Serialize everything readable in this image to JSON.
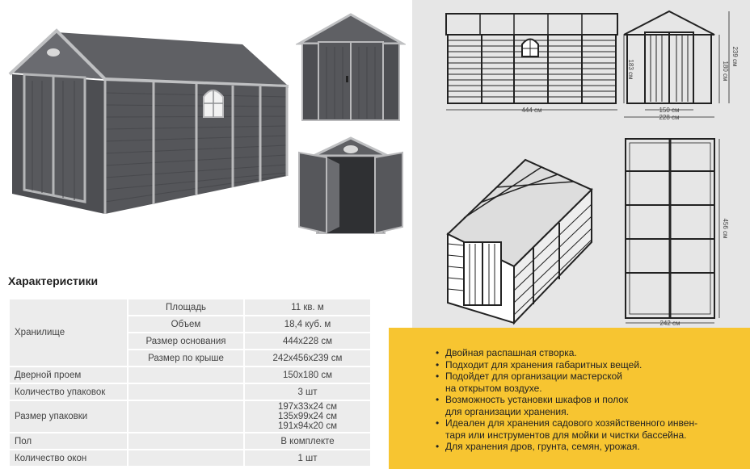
{
  "section_title": "Характеристики",
  "specs": {
    "storage_label": "Хранилище",
    "storage_rows": [
      {
        "name": "Площадь",
        "value": "11 кв. м"
      },
      {
        "name": "Объем",
        "value": "18,4 куб. м"
      },
      {
        "name": "Размер основания",
        "value": "444x228 см"
      },
      {
        "name": "Размер по крыше",
        "value": "242x456x239 см"
      }
    ],
    "rows": [
      {
        "name": "Дверной проем",
        "value": "150x180 см"
      },
      {
        "name": "Количество упаковок",
        "value": "3 шт"
      },
      {
        "name": "Размер упаковки",
        "value": "197x33x24 см\n135x99x24 см\n191x94x20 см"
      },
      {
        "name": "Пол",
        "value": "В комплекте"
      },
      {
        "name": "Количество окон",
        "value": "1 шт"
      }
    ]
  },
  "features": [
    "Двойная распашная створка.",
    "Подходит для хранения габаритных вещей.",
    "Подойдет для организации мастерской\nна открытом воздухе.",
    "Возможность установки шкафов и полок\nдля организации хранения.",
    "Идеален для хранения садового хозяйственного инвен-\nтаря или инструментов для мойки и чистки бассейна.",
    "Для хранения дров, грунта, семян, урожая."
  ],
  "dimensions": {
    "side_length": "444 см",
    "side_height": "183 см",
    "front_door_width": "150 см",
    "front_width": "228 см",
    "front_door_height": "180 см",
    "front_height": "239 см",
    "roof_length": "456 см",
    "roof_width": "242 см"
  },
  "colors": {
    "accent": "#f7c531",
    "shed_body": "#55565a",
    "shed_trim": "#b9b9bb",
    "panel_bg": "#e6e6e6",
    "table_cell": "#ececec"
  }
}
